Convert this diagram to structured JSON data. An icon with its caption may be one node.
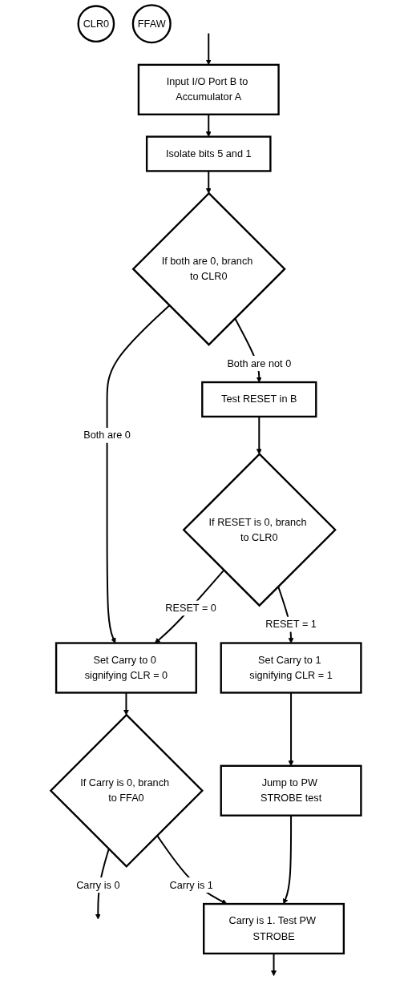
{
  "diagram": {
    "nodes": [
      {
        "text": [
          "Input I/O Port B to Accumulator A"
        ]
      },
      {
        "text": [
          "Isolate bits 5 and 1"
        ]
      },
      {
        "text": [
          "If both are 0, branch to CLR0"
        ]
      },
      {
        "text": [
          "Test RESET in B"
        ]
      },
      {
        "text": [
          "If RESET is 0, branch to CLR0"
        ]
      },
      {
        "text": [
          "Set Carry to 1 signifying CLR = 1"
        ]
      },
      {
        "text": [
          "Jump to PW STROBE test"
        ]
      },
      {
        "text": [
          "CLR0"
        ]
      },
      {
        "text": [
          "Set Carry to 0 signifying CLR = 0"
        ]
      },
      {
        "text": [
          "FFAW"
        ]
      },
      {
        "text": [
          "If Carry is 0, branch to FFA0"
        ]
      },
      {
        "text": [
          "Carry is 1. Test PW STROBE"
        ]
      }
    ],
    "edges": [
      {
        "from": null,
        "to": 0,
        "arrow": "to"
      },
      {
        "from": 0,
        "to": 1,
        "arrow": "to"
      },
      {
        "from": 1,
        "to": 2,
        "arrow": "to"
      },
      {
        "from": 2,
        "to": 8,
        "arrow": "to",
        "label": "Both are 0"
      },
      {
        "from": 2,
        "to": 3,
        "arrow": "to",
        "label": "Both are not 0"
      },
      {
        "from": 3,
        "to": 4,
        "arrow": "to"
      },
      {
        "from": 4,
        "to": 8,
        "arrow": "to",
        "label": "RESET = 0"
      },
      {
        "from": 4,
        "to": 5,
        "arrow": "to",
        "label": "RESET = 1"
      },
      {
        "from": 5,
        "to": 6,
        "arrow": "to"
      },
      {
        "from": 6,
        "to": 11,
        "arrow": "to"
      },
      {
        "from": 8,
        "to": 10,
        "arrow": "to"
      },
      {
        "from": 10,
        "to": null,
        "arrow": "to",
        "label": "Carry is 0"
      },
      {
        "from": 10,
        "to": 11,
        "arrow": "to",
        "label": "Carry is 1"
      },
      {
        "from": 11,
        "to": null,
        "arrow": "to"
      }
    ]
  }
}
